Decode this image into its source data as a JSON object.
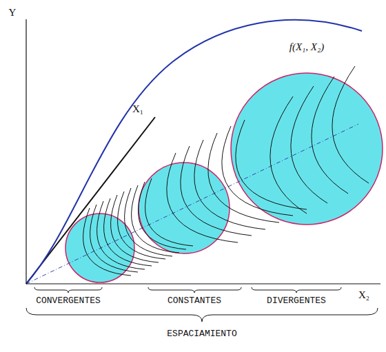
{
  "diagram": {
    "labels": [
      "Y",
      "f(X₁, X₂)",
      "X₁",
      "CONVERGENTES",
      "CONSTANTES",
      "DIVERGENTES",
      "X₂",
      "ESPACIAMIENTO"
    ]
  }
}
